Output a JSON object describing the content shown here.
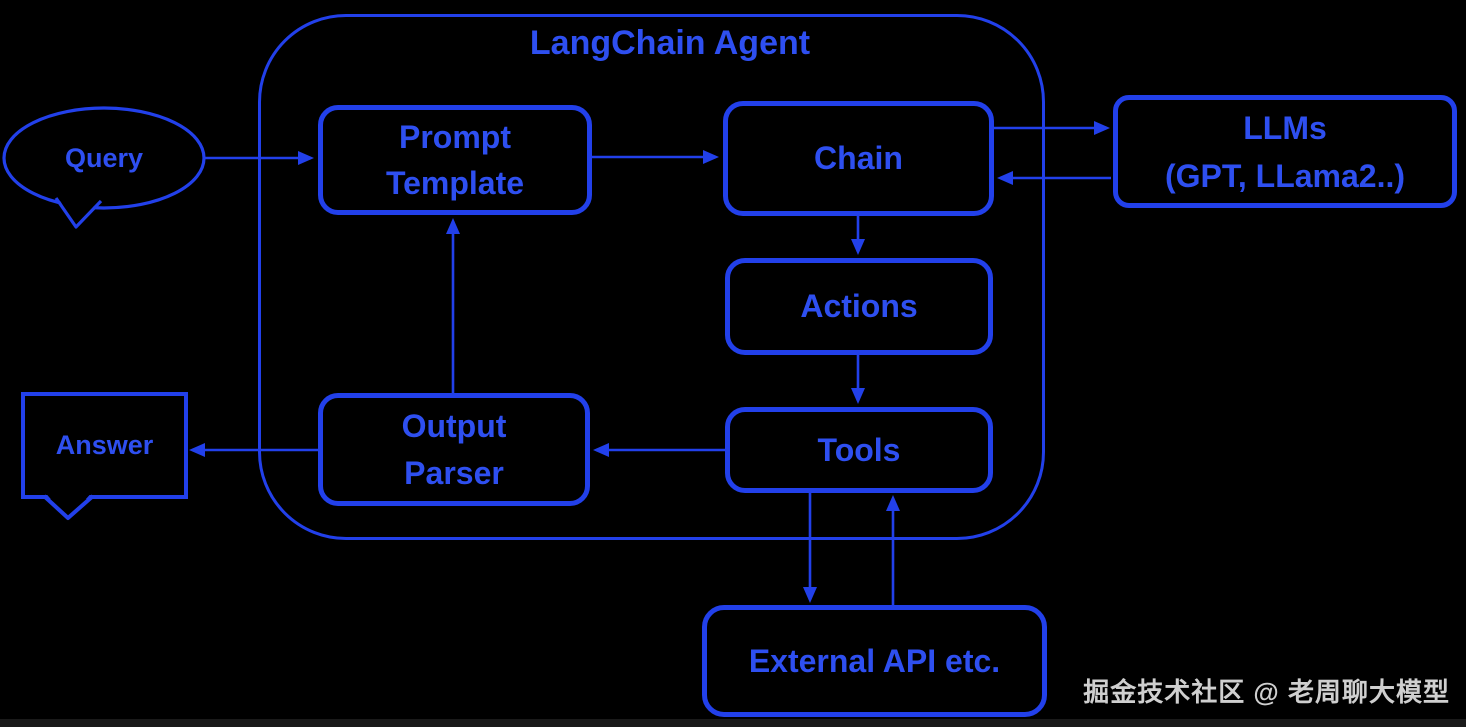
{
  "diagram": {
    "title": "LangChain Agent",
    "nodes": {
      "query": {
        "label": "Query",
        "shape": "speech-bubble-ellipse"
      },
      "prompt_template": {
        "label": "Prompt\nTemplate",
        "shape": "rounded-rect"
      },
      "chain": {
        "label": "Chain",
        "shape": "rounded-rect"
      },
      "llms": {
        "label": "LLMs\n(GPT, LLama2..)",
        "shape": "rounded-rect"
      },
      "actions": {
        "label": "Actions",
        "shape": "rounded-rect"
      },
      "tools": {
        "label": "Tools",
        "shape": "rounded-rect"
      },
      "output_parser": {
        "label": "Output\nParser",
        "shape": "rounded-rect"
      },
      "answer": {
        "label": "Answer",
        "shape": "speech-bubble-rect"
      },
      "external_api": {
        "label": "External API etc.",
        "shape": "rounded-rect"
      }
    },
    "edges": [
      {
        "from": "query",
        "to": "prompt_template"
      },
      {
        "from": "prompt_template",
        "to": "chain"
      },
      {
        "from": "chain",
        "to": "llms"
      },
      {
        "from": "llms",
        "to": "chain"
      },
      {
        "from": "chain",
        "to": "actions"
      },
      {
        "from": "actions",
        "to": "tools"
      },
      {
        "from": "tools",
        "to": "output_parser"
      },
      {
        "from": "output_parser",
        "to": "prompt_template"
      },
      {
        "from": "output_parser",
        "to": "answer"
      },
      {
        "from": "tools",
        "to": "external_api"
      },
      {
        "from": "external_api",
        "to": "tools"
      }
    ],
    "watermark": "掘金技术社区 @ 老周聊大模型",
    "colors": {
      "background": "#000000",
      "stroke": "#2240ea",
      "text": "#2e4ff0",
      "watermark": "#cfcfcf"
    }
  }
}
